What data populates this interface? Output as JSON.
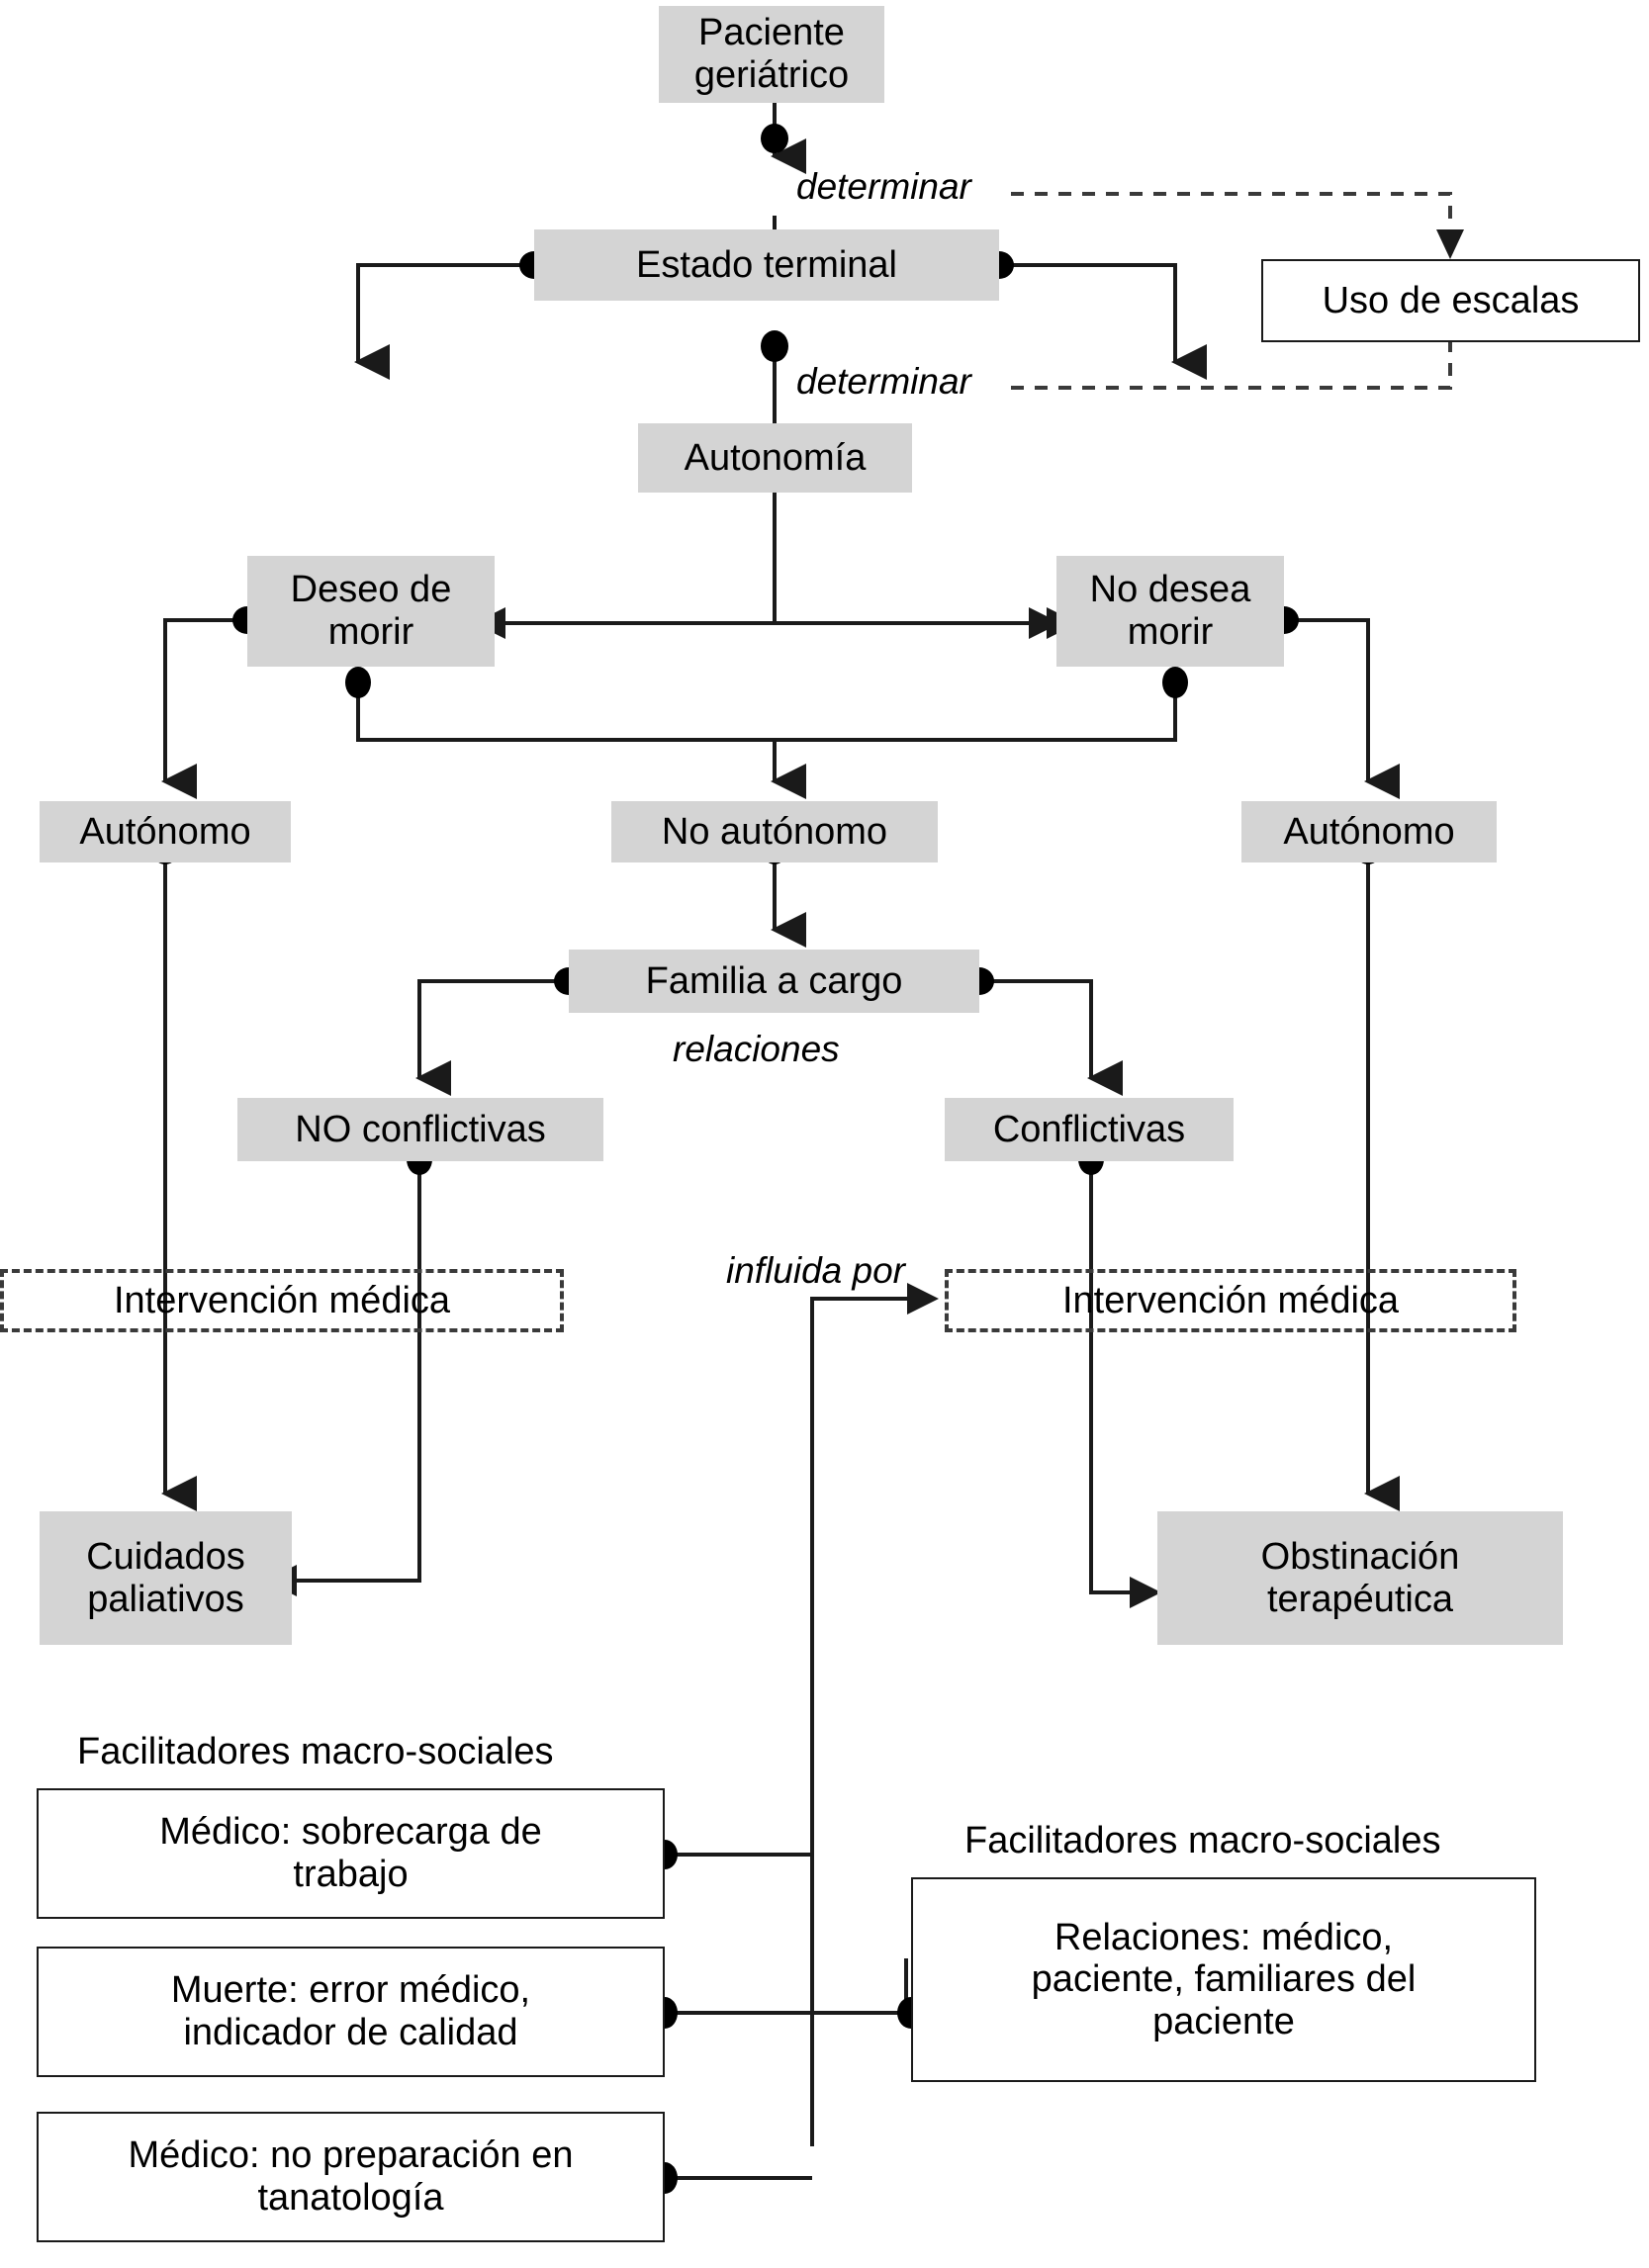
{
  "diagram": {
    "title_text": "",
    "colors": {
      "node_fill": "#d4d4d4",
      "node_outline_fill": "#ffffff",
      "line": "#1a1a1a",
      "dashed_line": "#3a3a3a",
      "background": "#ffffff"
    },
    "nodes": [
      {
        "id": "paciente",
        "label": "Paciente\ngeriátrico",
        "style": "gray"
      },
      {
        "id": "estado_terminal",
        "label": "Estado terminal",
        "style": "gray"
      },
      {
        "id": "uso_escalas",
        "label": "Uso de escalas",
        "style": "outline"
      },
      {
        "id": "autonomia",
        "label": "Autonomía",
        "style": "gray"
      },
      {
        "id": "deseo_morir",
        "label": "Deseo de\nmorir",
        "style": "gray"
      },
      {
        "id": "no_desea_morir",
        "label": "No desea\nmorir",
        "style": "gray"
      },
      {
        "id": "autonomo_izq",
        "label": "Autónomo",
        "style": "gray"
      },
      {
        "id": "no_autonomo",
        "label": "No autónomo",
        "style": "gray"
      },
      {
        "id": "autonomo_der",
        "label": "Autónomo",
        "style": "gray"
      },
      {
        "id": "familia_cargo",
        "label": "Familia a cargo",
        "style": "gray"
      },
      {
        "id": "no_conflictivas",
        "label": "NO conflictivas",
        "style": "gray"
      },
      {
        "id": "conflictivas",
        "label": "Conflictivas",
        "style": "gray"
      },
      {
        "id": "interv_izq",
        "label": "Intervención médica",
        "style": "dashed"
      },
      {
        "id": "interv_der",
        "label": "Intervención médica",
        "style": "dashed"
      },
      {
        "id": "cuidados",
        "label": "Cuidados\npaliativos",
        "style": "gray"
      },
      {
        "id": "obstinacion",
        "label": "Obstinación\nterapéutica",
        "style": "gray"
      },
      {
        "id": "fac_sobrecarga",
        "label": "Médico: sobrecarga de\ntrabajo",
        "style": "outline"
      },
      {
        "id": "fac_muerte",
        "label": "Muerte: error médico,\nindicador de calidad",
        "style": "outline"
      },
      {
        "id": "fac_tanatologia",
        "label": "Médico: no preparación en\ntanatología",
        "style": "outline"
      },
      {
        "id": "fac_relaciones",
        "label": "Relaciones: médico,\npaciente, familiares del\npaciente",
        "style": "outline"
      }
    ],
    "edge_labels": [
      {
        "id": "determinar_1",
        "text": "determinar"
      },
      {
        "id": "determinar_2",
        "text": "determinar"
      },
      {
        "id": "relaciones",
        "text": "relaciones"
      },
      {
        "id": "influida_por",
        "text": "influida por"
      }
    ],
    "group_captions": [
      {
        "id": "caption_left",
        "text": "Facilitadores macro-sociales"
      },
      {
        "id": "caption_right",
        "text": "Facilitadores macro-sociales"
      }
    ]
  }
}
